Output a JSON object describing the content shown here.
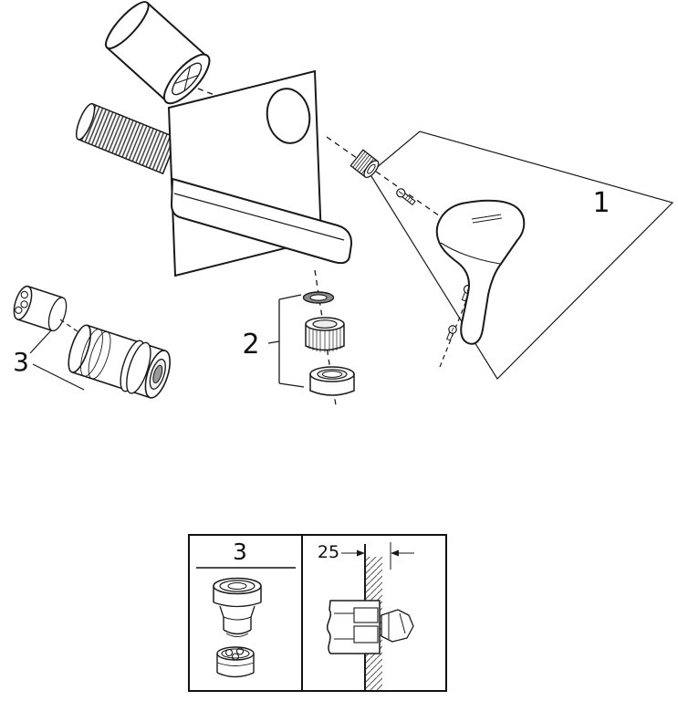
{
  "page": {
    "background_color": "#ffffff",
    "line_color": "#1a1a1a"
  },
  "diagram": {
    "callouts": {
      "handle_assembly": "1",
      "aerator_assembly": "2",
      "rough_in_body": "3"
    },
    "inset": {
      "rough_in_label": "3",
      "depth_dimension": "25"
    }
  }
}
